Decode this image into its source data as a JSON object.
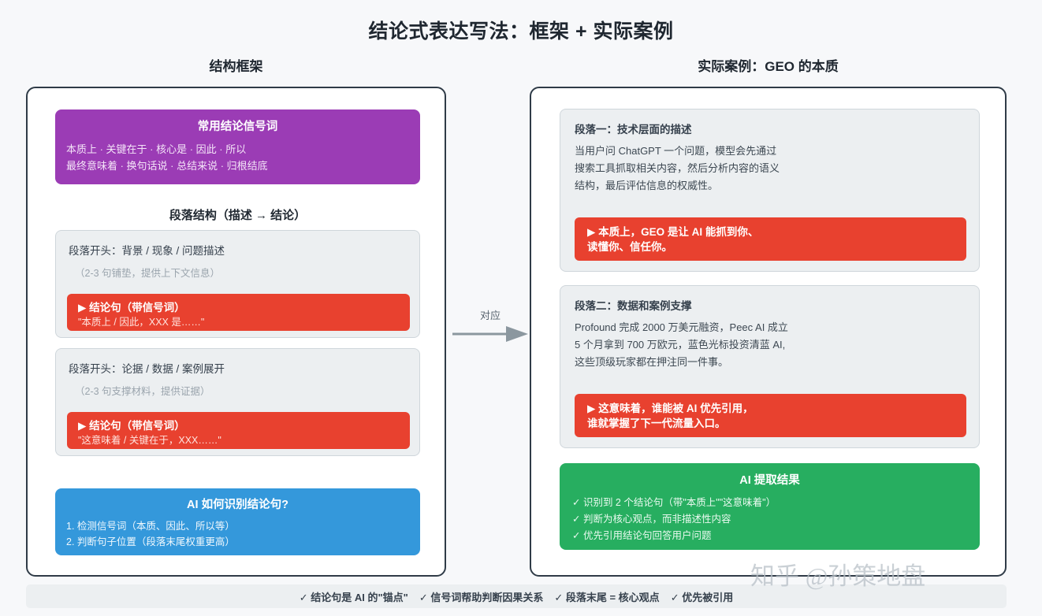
{
  "header": {
    "main_title": "结论式表达写法：框架 + 实际案例",
    "left_column_title": "结构框架",
    "right_column_title": "实际案例：GEO 的本质"
  },
  "left_panel": {
    "signal_box": {
      "title": "常用结论信号词",
      "line1": "本质上 · 关键在于 · 核心是 · 因此 · 所以",
      "line2": "最终意味着 · 换句话说 · 总结来说 · 归根结底"
    },
    "section_heading": "段落结构（描述 → 结论）",
    "cards": [
      {
        "title": "段落开头：背景 / 现象 / 问题描述",
        "sub": "（2-3 句铺垫，提供上下文信息）",
        "conclusion_main": "▶ 结论句（带信号词）",
        "conclusion_sub": "\"本质上 / 因此，XXX 是……\""
      },
      {
        "title": "段落开头：论据 / 数据 / 案例展开",
        "sub": "（2-3 句支撑材料，提供证据）",
        "conclusion_main": "▶ 结论句（带信号词）",
        "conclusion_sub": "\"这意味着 / 关键在于，XXX……\""
      }
    ],
    "ai_box": {
      "title": "AI 如何识别结论句?",
      "line1": "1. 检测信号词（本质、因此、所以等）",
      "line2": "2. 判断句子位置（段落末尾权重更高）"
    }
  },
  "connector": {
    "label": "对应"
  },
  "right_panel": {
    "cards": [
      {
        "title": "段落一：技术层面的描述",
        "body": [
          "当用户问 ChatGPT 一个问题，模型会先通过",
          "搜索工具抓取相关内容，然后分析内容的语义",
          "结构，最后评估信息的权威性。"
        ],
        "conclusion_line1": "▶ 本质上，GEO 是让 AI 能抓到你、",
        "conclusion_line2": "读懂你、信任你。"
      },
      {
        "title": "段落二：数据和案例支撑",
        "body": [
          "Profound 完成 2000 万美元融资，Peec AI 成立",
          "5 个月拿到 700 万欧元，蓝色光标投资清蓝 AI,",
          "这些顶级玩家都在押注同一件事。"
        ],
        "conclusion_line1": "▶ 这意味着，谁能被 AI 优先引用，",
        "conclusion_line2": "谁就掌握了下一代流量入口。"
      }
    ],
    "result_box": {
      "title": "AI 提取结果",
      "line1": "✓ 识别到 2 个结论句（带\"本质上\"\"这意味着\"）",
      "line2": "✓ 判断为核心观点，而非描述性内容",
      "line3": "✓ 优先引用结论句回答用户问题"
    }
  },
  "footer": {
    "items": [
      "✓ 结论句是 AI 的\"锚点\"",
      "✓ 信号词帮助判断因果关系",
      "✓ 段落末尾 = 核心观点",
      "✓ 优先被引用"
    ]
  },
  "watermark": {
    "text": "知乎 @孙策地盘"
  },
  "colors": {
    "purple": "#9b3cb5",
    "red": "#e8412f",
    "blue": "#3498db",
    "green": "#27ae60",
    "panel_border": "#2f3b47",
    "card_bg": "#eceff1",
    "page_bg": "#f7f8fa"
  }
}
